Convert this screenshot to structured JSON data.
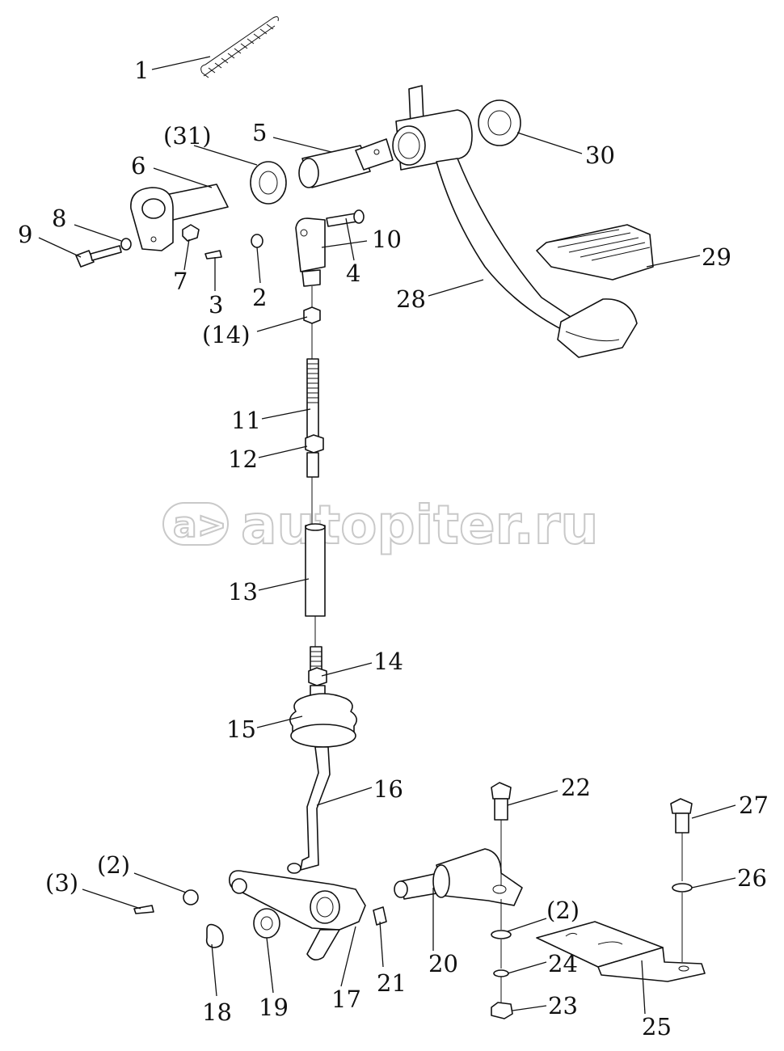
{
  "watermark": {
    "text": "autopiter.ru",
    "logo_text": "a>"
  },
  "labels": [
    {
      "id": "1",
      "text": "1"
    },
    {
      "id": "31",
      "text": "(31)"
    },
    {
      "id": "5",
      "text": "5"
    },
    {
      "id": "30",
      "text": "30"
    },
    {
      "id": "6",
      "text": "6"
    },
    {
      "id": "8",
      "text": "8"
    },
    {
      "id": "9",
      "text": "9"
    },
    {
      "id": "7",
      "text": "7"
    },
    {
      "id": "3a",
      "text": "3"
    },
    {
      "id": "2a",
      "text": "2"
    },
    {
      "id": "10",
      "text": "10"
    },
    {
      "id": "4",
      "text": "4"
    },
    {
      "id": "29",
      "text": "29"
    },
    {
      "id": "28",
      "text": "28"
    },
    {
      "id": "14a",
      "text": "(14)"
    },
    {
      "id": "11",
      "text": "11"
    },
    {
      "id": "12",
      "text": "12"
    },
    {
      "id": "13",
      "text": "13"
    },
    {
      "id": "14b",
      "text": "14"
    },
    {
      "id": "15",
      "text": "15"
    },
    {
      "id": "16",
      "text": "16"
    },
    {
      "id": "22",
      "text": "22"
    },
    {
      "id": "27",
      "text": "27"
    },
    {
      "id": "2b",
      "text": "(2)"
    },
    {
      "id": "3b",
      "text": "(3)"
    },
    {
      "id": "26",
      "text": "26"
    },
    {
      "id": "2c",
      "text": "(2)"
    },
    {
      "id": "20",
      "text": "20"
    },
    {
      "id": "24",
      "text": "24"
    },
    {
      "id": "21",
      "text": "21"
    },
    {
      "id": "17",
      "text": "17"
    },
    {
      "id": "19",
      "text": "19"
    },
    {
      "id": "18",
      "text": "18"
    },
    {
      "id": "23",
      "text": "23"
    },
    {
      "id": "25",
      "text": "25"
    }
  ]
}
